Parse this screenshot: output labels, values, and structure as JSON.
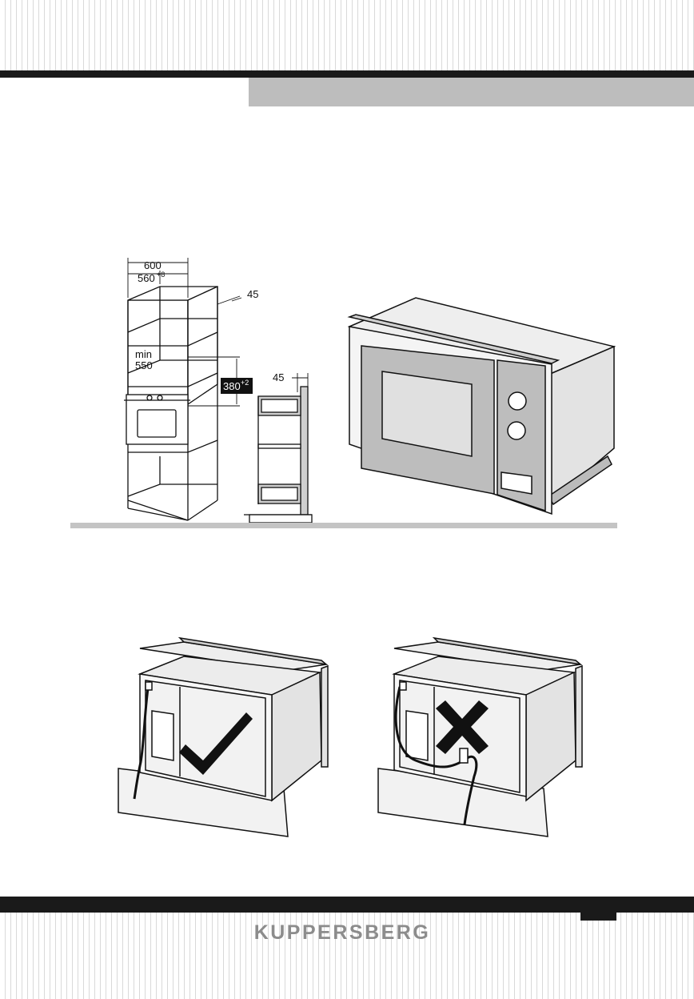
{
  "brand": {
    "name": "KUPPERSBERG"
  },
  "install_diagram": {
    "dimensions": {
      "cabinet_width": "600",
      "niche_width": "560",
      "niche_width_tolerance": "+8",
      "side_offset": "45",
      "min_label": "min",
      "min_height": "550",
      "niche_height": "380",
      "niche_height_tolerance": "+2",
      "side_depth": "45"
    }
  },
  "cable_routing": {
    "correct_icon": "check-mark-icon",
    "incorrect_icon": "cross-mark-icon"
  },
  "colors": {
    "dark_bar": "#1a1a1a",
    "header_box": "#bdbdbd",
    "divider": "#c4c4c4",
    "brand_text": "#8c8c8c",
    "appliance_panel": "#d6d6d6"
  }
}
